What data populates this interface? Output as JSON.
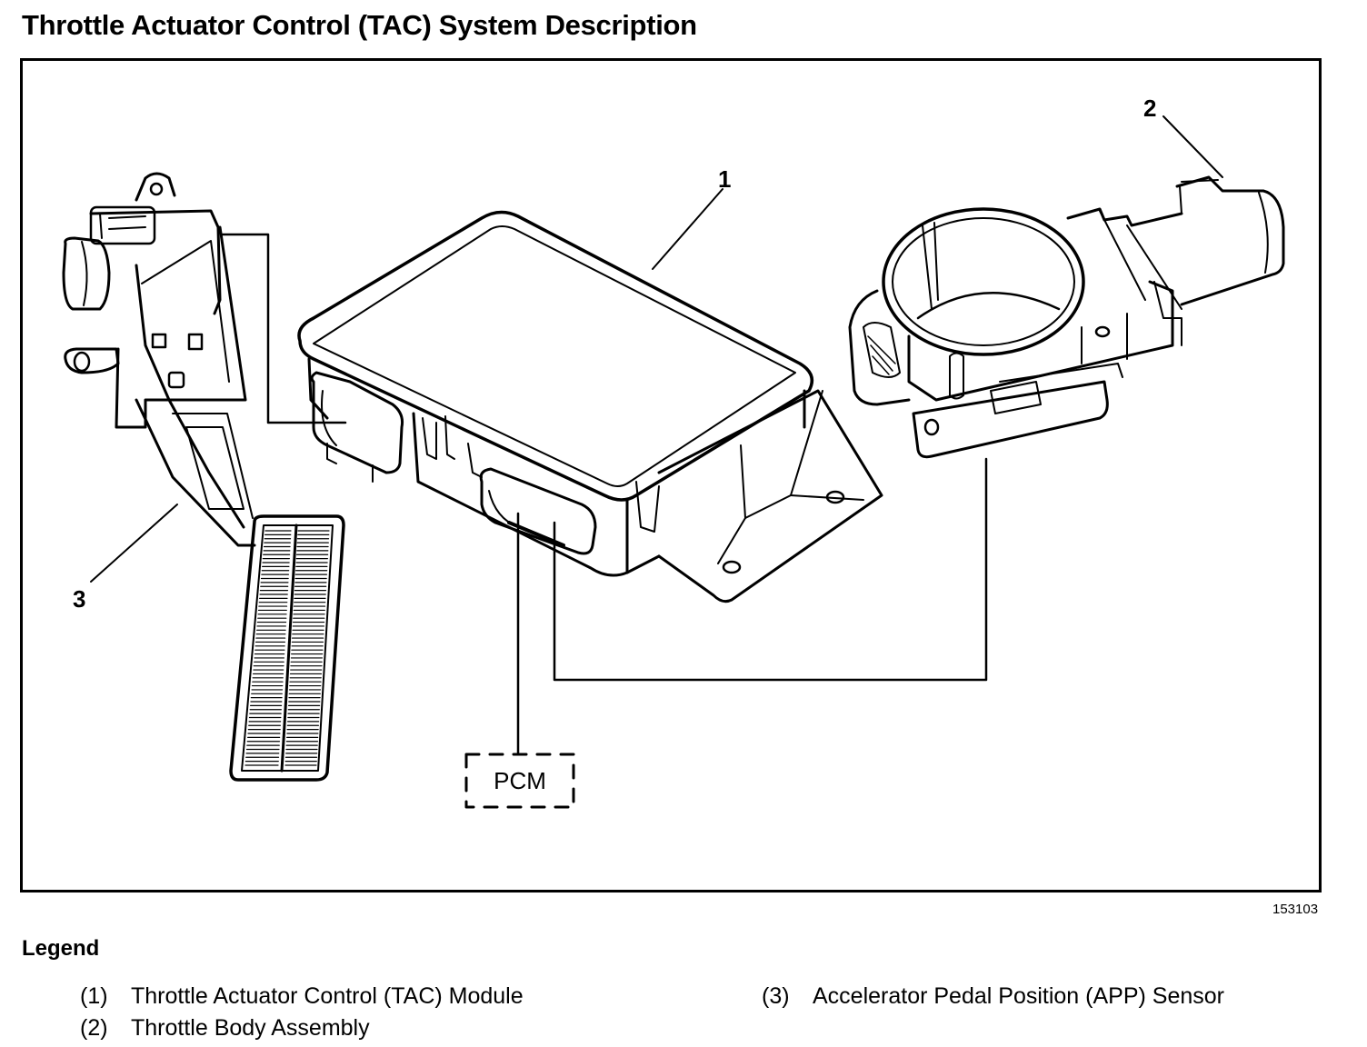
{
  "title": "Throttle Actuator Control (TAC) System Description",
  "diagram": {
    "callouts": [
      {
        "id": "1",
        "label": "1",
        "component": "tac-module"
      },
      {
        "id": "2",
        "label": "2",
        "component": "throttle-body"
      },
      {
        "id": "3",
        "label": "3",
        "component": "app-sensor"
      }
    ],
    "pcm_label": "PCM",
    "figure_number": "153103"
  },
  "legend": {
    "heading": "Legend",
    "items": [
      {
        "num": "(1)",
        "text": "Throttle Actuator Control (TAC) Module"
      },
      {
        "num": "(2)",
        "text": "Throttle Body Assembly"
      },
      {
        "num": "(3)",
        "text": "Accelerator Pedal Position (APP) Sensor"
      }
    ]
  }
}
